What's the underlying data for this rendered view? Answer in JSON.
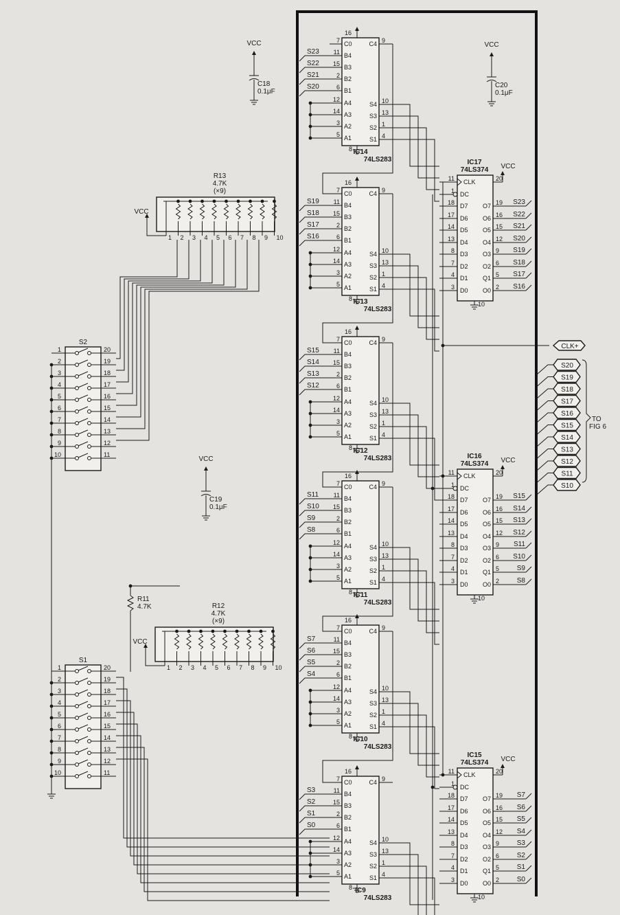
{
  "power": {
    "vcc": "VCC"
  },
  "adders": [
    {
      "ref": "IC14",
      "part": "74LS283",
      "inputs": [
        "S23",
        "S22",
        "S21",
        "S20"
      ]
    },
    {
      "ref": "IC13",
      "part": "74LS283",
      "inputs": [
        "S19",
        "S18",
        "S17",
        "S16"
      ]
    },
    {
      "ref": "IC12",
      "part": "74LS283",
      "inputs": [
        "S15",
        "S14",
        "S13",
        "S12"
      ]
    },
    {
      "ref": "IC11",
      "part": "74LS283",
      "inputs": [
        "S11",
        "S10",
        "S9",
        "S8"
      ]
    },
    {
      "ref": "IC10",
      "part": "74LS283",
      "inputs": [
        "S7",
        "S6",
        "S5",
        "S4"
      ]
    },
    {
      "ref": "IC9",
      "part": "74LS283",
      "inputs": [
        "S3",
        "S2",
        "S1",
        "S0"
      ]
    }
  ],
  "adder_pins": {
    "left_labels": [
      "C0",
      "B4",
      "B3",
      "B2",
      "B1",
      "A4",
      "A3",
      "A2",
      "A1"
    ],
    "left_numbers": [
      "7",
      "11",
      "15",
      "2",
      "6",
      "12",
      "14",
      "3",
      "5"
    ],
    "right_labels": [
      "C4",
      "S4",
      "S3",
      "S2",
      "S1"
    ],
    "right_numbers": [
      "9",
      "10",
      "13",
      "1",
      "4"
    ],
    "vcc_pin": "16",
    "gnd_pin": "8"
  },
  "latches": [
    {
      "ref": "IC17",
      "part": "74LS374",
      "outputs": [
        "S23",
        "S22",
        "S21",
        "S20",
        "S19",
        "S18",
        "S17",
        "S16"
      ]
    },
    {
      "ref": "IC16",
      "part": "74LS374",
      "outputs": [
        "S15",
        "S14",
        "S13",
        "S12",
        "S11",
        "S10",
        "S9",
        "S8"
      ]
    },
    {
      "ref": "IC15",
      "part": "74LS374",
      "outputs": [
        "S7",
        "S6",
        "S5",
        "S4",
        "S3",
        "S2",
        "S1",
        "S0"
      ]
    }
  ],
  "latch_pins": {
    "left_labels": [
      "CLK",
      "DC",
      "D7",
      "D6",
      "D5",
      "D4",
      "D3",
      "D2",
      "D1",
      "D0"
    ],
    "left_numbers": [
      "11",
      "1",
      "18",
      "17",
      "14",
      "13",
      "8",
      "7",
      "4",
      "3"
    ],
    "right_labels": [
      "O7",
      "O6",
      "O5",
      "O4",
      "O3",
      "O2",
      "Q1",
      "O0"
    ],
    "right_numbers": [
      "19",
      "16",
      "15",
      "12",
      "9",
      "6",
      "5",
      "2"
    ],
    "vcc_pin": "20",
    "gnd_pin": "10"
  },
  "capacitors": [
    {
      "ref": "C18",
      "value": "0.1μF"
    },
    {
      "ref": "C20",
      "value": "0.1μF"
    },
    {
      "ref": "C19",
      "value": "0.1μF"
    }
  ],
  "resistor_networks": [
    {
      "ref": "R13",
      "value": "4.7K",
      "qty": "(×9)"
    },
    {
      "ref": "R12",
      "value": "4.7K",
      "qty": "(×9)"
    }
  ],
  "resistor": {
    "ref": "R11",
    "value": "4.7K"
  },
  "rn_pins": [
    "1",
    "2",
    "3",
    "4",
    "5",
    "6",
    "7",
    "8",
    "9",
    "10"
  ],
  "switches": [
    {
      "ref": "S2",
      "left_pins": [
        "1",
        "2",
        "3",
        "4",
        "5",
        "6",
        "7",
        "8",
        "9",
        "10"
      ],
      "right_pins": [
        "20",
        "19",
        "18",
        "17",
        "16",
        "15",
        "14",
        "13",
        "12",
        "11"
      ]
    },
    {
      "ref": "S1",
      "left_pins": [
        "1",
        "2",
        "3",
        "4",
        "5",
        "6",
        "7",
        "8",
        "9",
        "10"
      ],
      "right_pins": [
        "20",
        "19",
        "18",
        "17",
        "16",
        "15",
        "14",
        "13",
        "12",
        "11"
      ]
    }
  ],
  "clock_label": "CLK+",
  "connector": {
    "signals": [
      "S20",
      "S19",
      "S18",
      "S17",
      "S16",
      "S15",
      "S14",
      "S13",
      "S12",
      "S11",
      "S10"
    ],
    "note_line1": "TO",
    "note_line2": "FIG 6"
  }
}
